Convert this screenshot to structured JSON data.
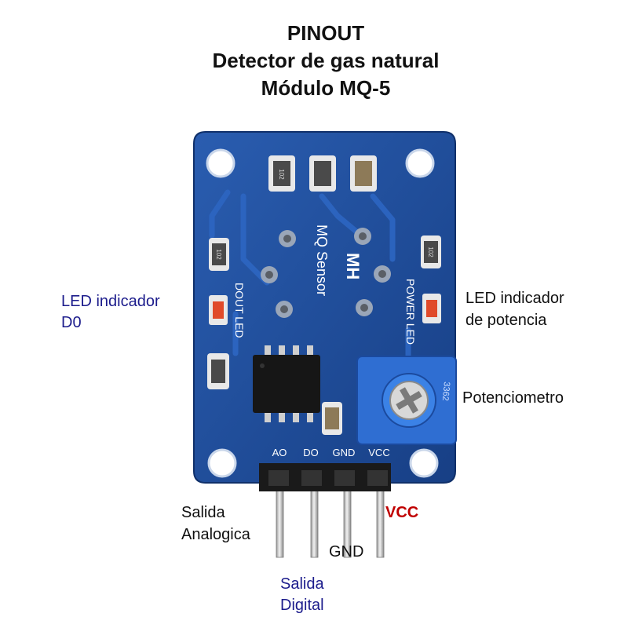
{
  "header": {
    "line1": "PINOUT",
    "line2": "Detector de gas natural",
    "line3": "Módulo MQ-5"
  },
  "board": {
    "silk_brand": "MH",
    "silk_model": "MQ Sensor",
    "silk_dout_led": "DOUT LED",
    "silk_power_led": "POWER LED",
    "pin_labels": [
      "AO",
      "DO",
      "GND",
      "VCC"
    ],
    "resistor_codes": [
      "102",
      "102",
      "102"
    ],
    "pot_code": "3362",
    "colors": {
      "pcb": "#1f4e9c",
      "pot": "#2f6ed2",
      "pin_header": "#1a1a1a",
      "vcc_label": "#c00000",
      "digital_label": "#1c1c8c"
    }
  },
  "callouts": {
    "led_d0_line1": "LED indicador",
    "led_d0_line2": "D0",
    "led_power_line1": "LED indicador",
    "led_power_line2": "de potencia",
    "potentiometer": "Potenciometro",
    "analog_line1": "Salida",
    "analog_line2": "Analogica",
    "vcc": "VCC",
    "gnd": "GND",
    "digital_line1": "Salida",
    "digital_line2": "Digital"
  }
}
